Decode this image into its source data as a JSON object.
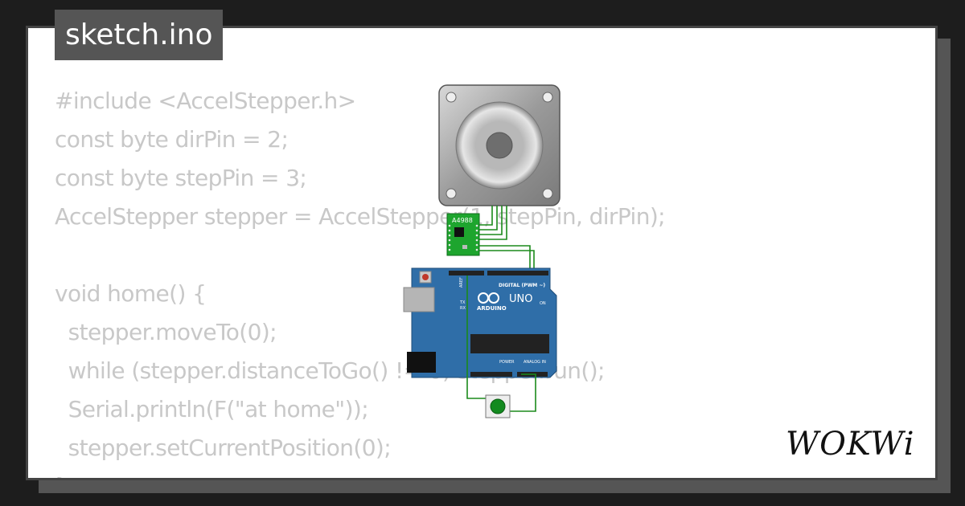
{
  "tab": {
    "filename": "sketch.ino"
  },
  "code_lines": [
    "#include <AccelStepper.h>",
    "const byte dirPin = 2;",
    "const byte stepPin = 3;",
    "AccelStepper stepper = AccelStepper(1, stepPin, dirPin);",
    "",
    "void home() {",
    "  stepper.moveTo(0);",
    "  while (stepper.distanceToGo() != 0) stepper.run();",
    "  Serial.println(F(\"at home\"));",
    "  stepper.setCurrentPosition(0);",
    "}"
  ],
  "driver": {
    "label": "A4988"
  },
  "board": {
    "model": "UNO",
    "brand": "ARDUINO",
    "digital_label": "DIGITAL (PWM ~)",
    "power_label": "POWER",
    "analog_label": "ANALOG IN",
    "aref_label": "AREF",
    "tx_label": "TX",
    "rx_label": "RX",
    "on_label": "ON"
  },
  "logo": {
    "text": "WOKWi"
  },
  "colors": {
    "background": "#1d1d1d",
    "card": "#ffffff",
    "tab": "#555555",
    "code_text": "#c8c8c8",
    "wire": "#1b8a1b",
    "board": "#2f6ea8",
    "driver": "#1ea52e",
    "button": "#138a1f"
  }
}
